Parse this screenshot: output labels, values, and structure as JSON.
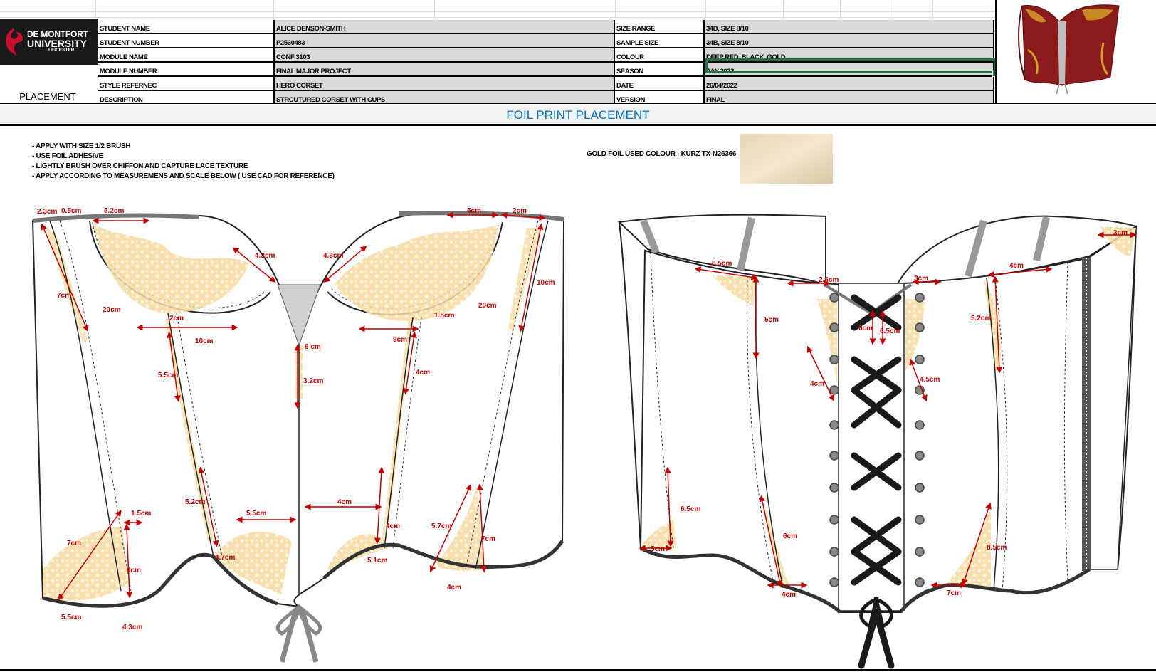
{
  "branding": {
    "university_line1": "DE MONTFORT",
    "university_line2": "UNIVERSITY",
    "university_line3": "LEICESTER",
    "page_label": "PLACEMENT"
  },
  "info": {
    "student_name_label": "STUDENT NAME",
    "student_name": "ALICE DENSON-SMITH",
    "student_number_label": "STUDENT NUMBER",
    "student_number": "P2530483",
    "module_name_label": "MODULE NAME",
    "module_name": "CONF 3103",
    "module_number_label": "MODULE NUMBER",
    "module_number": "FINAL MAJOR PROJECT",
    "style_reference_label": "STYLE REFERNEC",
    "style_reference": "HERO CORSET",
    "description_label": "DESCRIPTION",
    "description": "STRCUTURED CORSET WITH CUPS",
    "size_range_label": "SIZE RANGE",
    "size_range": "34B, SIZE 8/10",
    "sample_size_label": "SAMPLE SIZE",
    "sample_size": "34B, SIZE 8/10",
    "colour_label": "COLOUR",
    "colour": "DEEP RED, BLACK, GOLD",
    "season_label": "SEASON",
    "season": "A/W 2022",
    "date_label": "DATE",
    "date": "26/04/2022",
    "version_label": "VERSION",
    "version": "FINAL"
  },
  "section_title": "FOIL PRINT PLACEMENT",
  "instructions": [
    "- APPLY WITH SIZE 1/2 BRUSH",
    "- USE  FOIL ADHESIVE",
    "- LIGHTLY BRUSH OVER CHIFFON AND CAPTURE LACE TEXTURE",
    "- APPLY ACCORDING TO MEASUREMENS AND SCALE BELOW ( USE CAD FOR REFERENCE)"
  ],
  "foil_label": "GOLD FOIL USED COLOUR - KURZ TX-N26366",
  "front_measurements": [
    "2.3cm",
    "0.5cm",
    "5.2cm",
    "5cm",
    "2cm",
    "4.3cm",
    "4.3cm",
    "10cm",
    "7cm",
    "20cm",
    "20cm",
    "2cm",
    "1.5cm",
    "10cm",
    "9cm",
    "6 cm",
    "3.2cm",
    "5.5cm",
    "4cm",
    "5.2cm",
    "5.5cm",
    "4cm",
    "1.5cm",
    "5.7cm",
    "7cm",
    "4cm",
    "7cm",
    "6cm",
    "4.7cm",
    "5.1cm",
    "4cm",
    "5.5cm",
    "4.3cm"
  ],
  "back_measurements": [
    "3cm",
    "6.5cm",
    "2.6cm",
    "3cm",
    "4cm",
    "5cm",
    "6cm",
    "6.5cm",
    "5.2cm",
    "4cm",
    "4.5cm",
    "6.5cm",
    "5cm",
    "6cm",
    "4cm",
    "8.5cm",
    "7cm"
  ],
  "colors": {
    "accent_blue": "#0070c0",
    "measure_red": "#c00000",
    "foil_gold": "#f5d9a0",
    "selection_green": "#217346"
  }
}
